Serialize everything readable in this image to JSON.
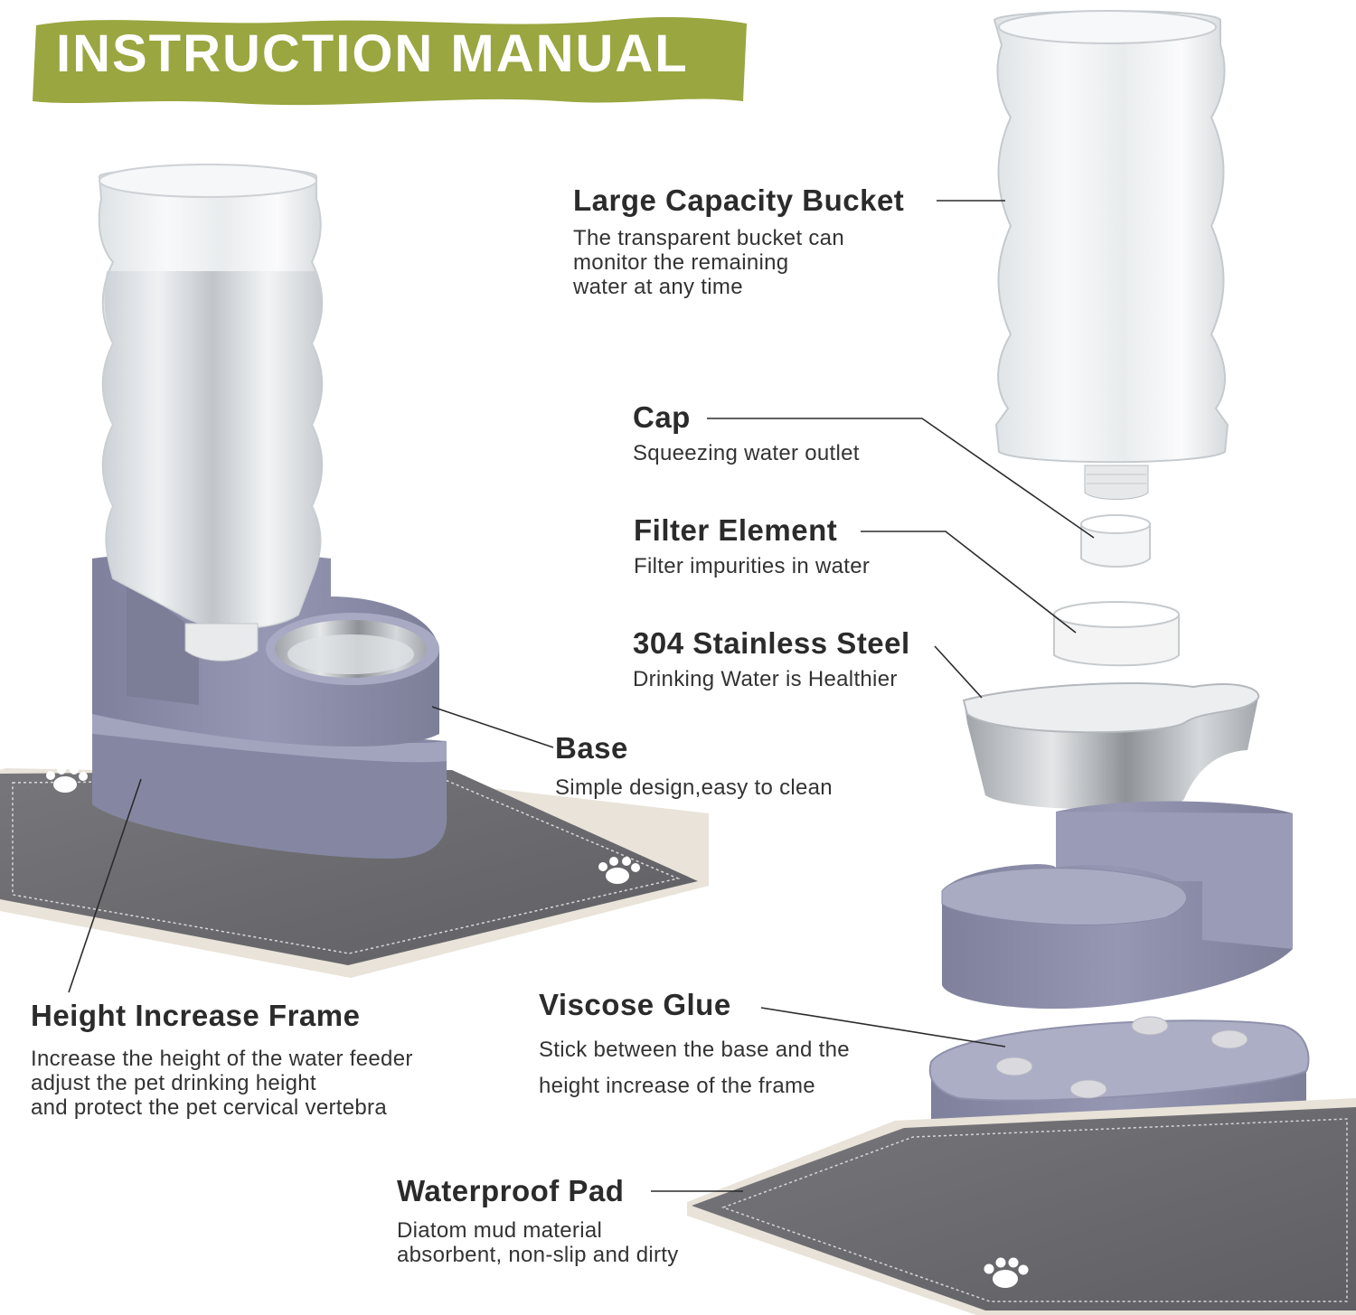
{
  "banner": {
    "title": "INSTRUCTION MANUAL",
    "color": "#9aa63f"
  },
  "colors": {
    "base_purple": "#8f91ad",
    "mat_gray": "#6e6e72",
    "steel": "#c7c9cc",
    "text": "#2b2b2b"
  },
  "labels": {
    "bucket": {
      "title": "Large Capacity Bucket",
      "lines": [
        "The transparent bucket can",
        "monitor the remaining",
        "water at any time"
      ]
    },
    "cap": {
      "title": "Cap",
      "lines": [
        "Squeezing water outlet"
      ]
    },
    "filter": {
      "title": "Filter Element",
      "lines": [
        "Filter impurities in water"
      ]
    },
    "steel": {
      "title": "304 Stainless Steel",
      "lines": [
        "Drinking Water is Healthier"
      ]
    },
    "base": {
      "title": "Base",
      "lines": [
        "Simple design,easy to clean"
      ]
    },
    "frame": {
      "title": "Height Increase Frame",
      "lines": [
        "Increase the height of the water feeder",
        "adjust the pet drinking height",
        "and protect the pet cervical vertebra"
      ]
    },
    "glue": {
      "title": "Viscose Glue",
      "lines": [
        "Stick between the base and the",
        "height increase of the frame"
      ]
    },
    "pad": {
      "title": "Waterproof Pad",
      "lines": [
        "Diatom mud material",
        "absorbent, non-slip and dirty"
      ]
    }
  }
}
